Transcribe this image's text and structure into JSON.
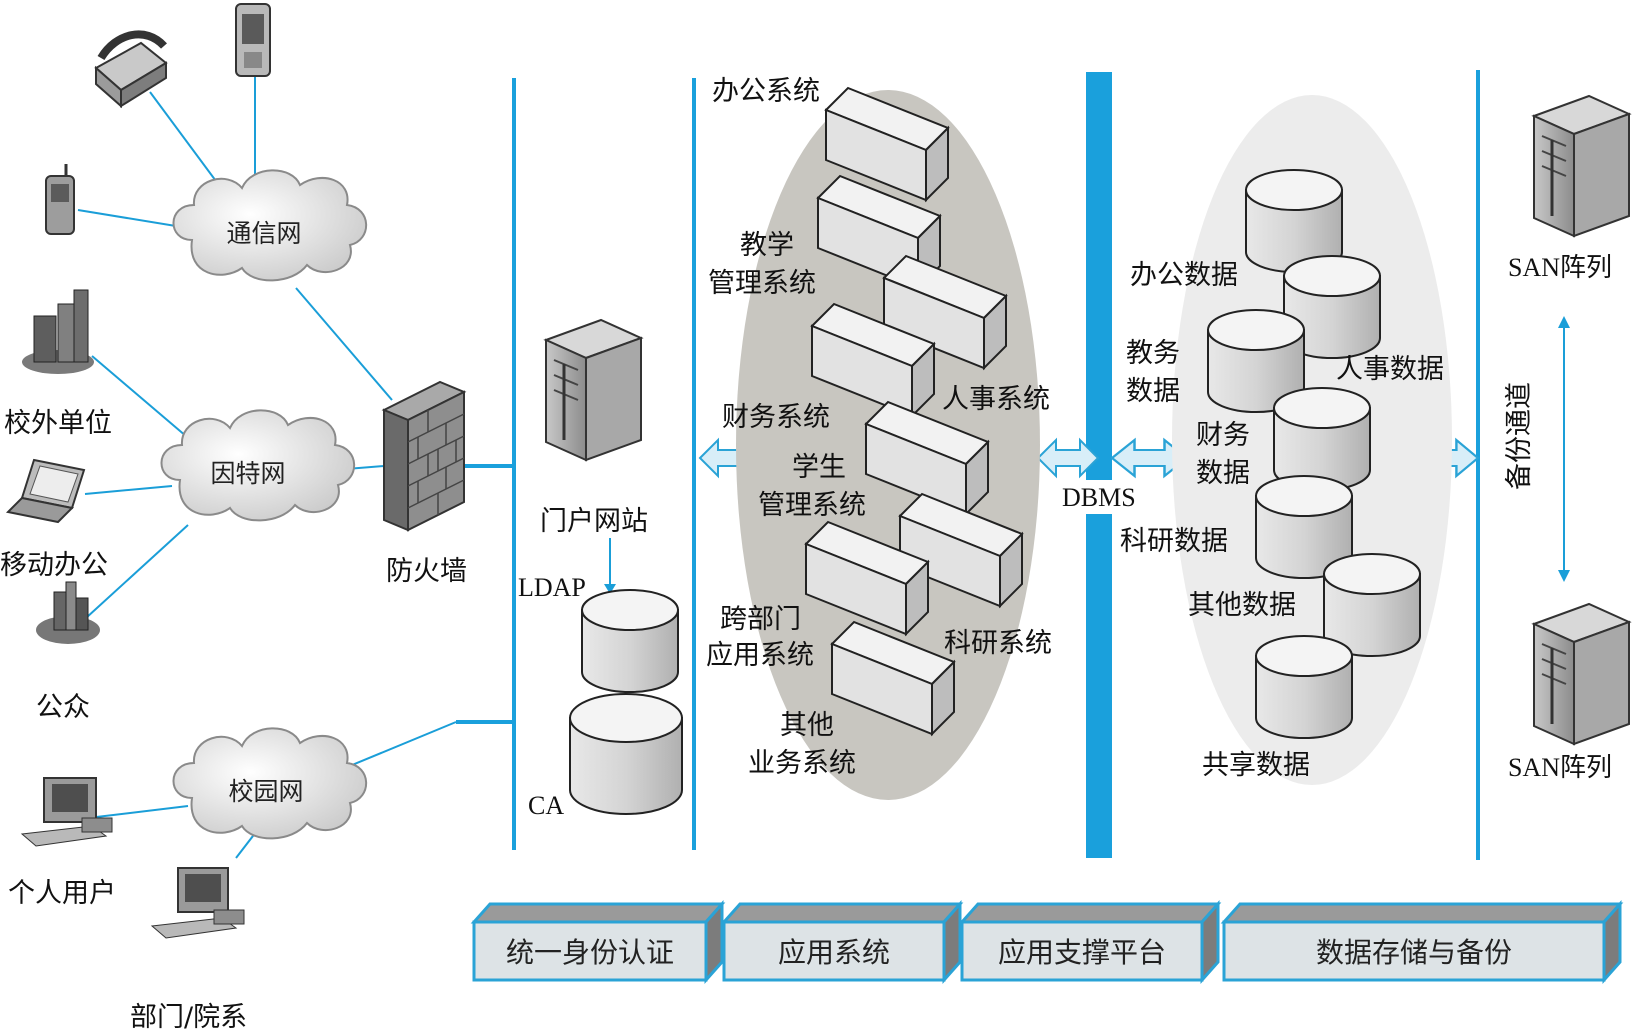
{
  "clouds": {
    "telecom": "通信网",
    "internet": "因特网",
    "campus": "校园网"
  },
  "left_labels": {
    "external_unit": "校外单位",
    "mobile_office": "移动办公",
    "public": "公众",
    "personal_user": "个人用户",
    "department": "部门/院系",
    "firewall": "防火墙"
  },
  "identity": {
    "portal": "门户网站",
    "ldap": "LDAP",
    "ca": "CA"
  },
  "app_systems": {
    "office": "办公系统",
    "teaching_line1": "教学",
    "teaching_line2": "管理系统",
    "hr": "人事系统",
    "finance": "财务系统",
    "student_line1": "学生",
    "student_line2": "管理系统",
    "cross_line1": "跨部门",
    "cross_line2": "应用系统",
    "research": "科研系统",
    "other_line1": "其他",
    "other_line2": "业务系统"
  },
  "platform": {
    "dbms": "DBMS"
  },
  "data_stores": {
    "office": "办公数据",
    "teaching_line1": "教务",
    "teaching_line2": "数据",
    "hr": "人事数据",
    "finance_line1": "财务",
    "finance_line2": "数据",
    "research": "科研数据",
    "other": "其他数据",
    "shared": "共享数据"
  },
  "backup": {
    "san_top": "SAN阵列",
    "san_bottom": "SAN阵列",
    "channel": "备份通道"
  },
  "bottom_bars": [
    "统一身份认证",
    "应用系统",
    "应用支撑平台",
    "数据存储与备份"
  ],
  "colors": {
    "link": "#1a9ed8",
    "bar_border": "#2aa3d6",
    "ellipse": "#c8c6c0"
  }
}
